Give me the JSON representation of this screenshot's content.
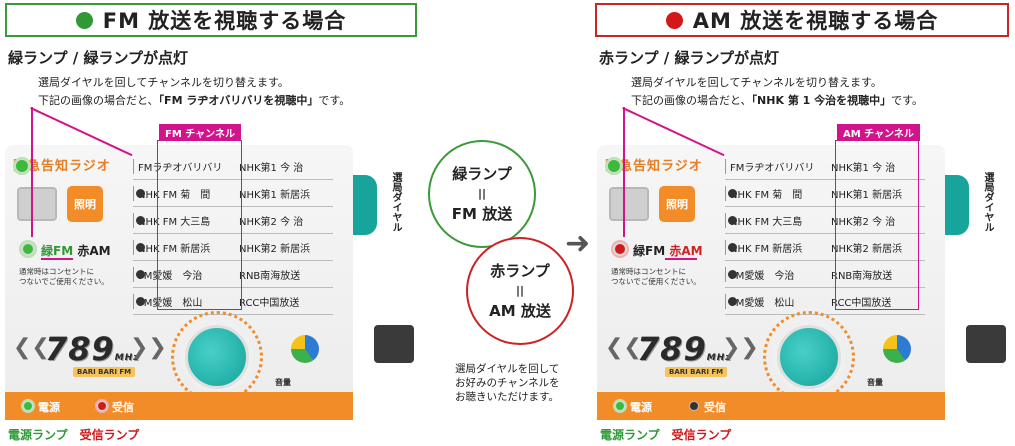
{
  "fm": {
    "title": "FM 放送を視聴する場合",
    "subhead": "緑ランプ / 緑ランプが点灯",
    "note_line1": "選局ダイヤルを回してチャンネルを切り替えます。",
    "note_line2_prefix": "下記の画像の場合だと、",
    "note_line2_bold": "「FM ラヂオバリバリを視聴中」",
    "note_line2_suffix": "です。",
    "channel_tag": "FM チャンネル",
    "foot_green": "電源ランプ",
    "foot_red": "受信ランプ"
  },
  "am": {
    "title": "AM 放送を視聴する場合",
    "subhead": "赤ランプ / 緑ランプが点灯",
    "note_line1": "選局ダイヤルを回してチャンネルを切り替えます。",
    "note_line2_prefix": "下記の画像の場合だと、",
    "note_line2_bold": "「NHK 第 1 今治を視聴中」",
    "note_line2_suffix": "です。",
    "channel_tag": "AM チャンネル",
    "foot_green": "電源ランプ",
    "foot_red": "受信ランプ"
  },
  "radio": {
    "brand": "緊急告知ラジオ",
    "light_button": "照明",
    "fm_label": "緑FM",
    "am_label": "赤AM",
    "small_note_1": "通常時はコンセントに",
    "small_note_2": "つないでご使用ください。",
    "logo": "789",
    "logo_unit": "MHz",
    "logo_sub": "BARI BARI FM",
    "volume": "音量",
    "dial_label": "選局ダイヤル",
    "power": "電源",
    "receive": "受信",
    "channels_fm": [
      "FMラヂオバリバリ",
      "NHK FM 菊　間",
      "NHK FM 大三島",
      "NHK FM 新居浜",
      "FM愛媛　今治",
      "FM愛媛　松山"
    ],
    "channels_am": [
      "NHK第1 今 治",
      "NHK第1 新居浜",
      "NHK第2 今 治",
      "NHK第2 新居浜",
      "RNB南海放送",
      "RCC中国放送"
    ]
  },
  "center": {
    "green_circle_l1": "緑ランプ",
    "green_circle_l2": "||",
    "green_circle_l3": "FM 放送",
    "red_circle_l1": "赤ランプ",
    "red_circle_l2": "||",
    "red_circle_l3": "AM 放送",
    "note_1": "選局ダイヤルを回して",
    "note_2": "お好みのチャンネルを",
    "note_3": "お聴きいただけます。",
    "arrow": "➜"
  },
  "colors": {
    "green": "#2f9a35",
    "red": "#cc2222",
    "orange": "#f28c28",
    "magenta": "#d2148c",
    "teal": "#17a49a"
  }
}
